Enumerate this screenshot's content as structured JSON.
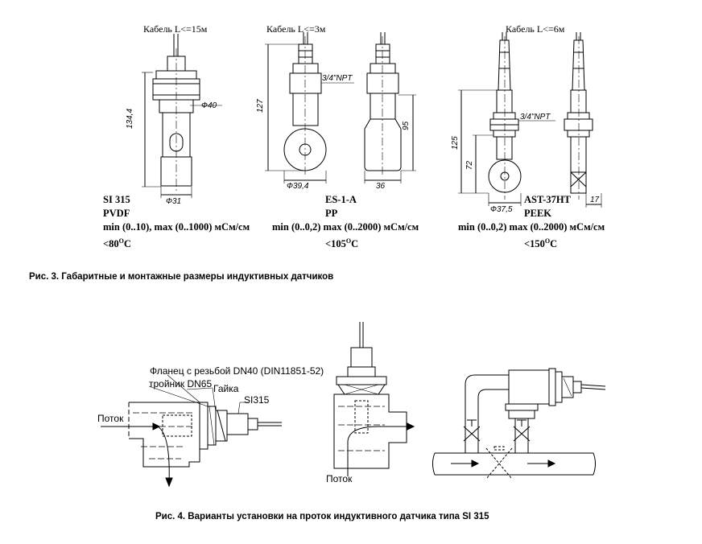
{
  "figure3": {
    "cable_labels": [
      "Кабель L<=15м",
      "Кабель L<=3м",
      "Кабель L<=6м"
    ],
    "sensors": [
      {
        "name": "SI 315",
        "material": "PVDF",
        "range": "min (0..10), max (0..1000) мСм/см",
        "temp": "<80",
        "temp_sup": "O",
        "temp_unit": "C"
      },
      {
        "name": "ES-1-A",
        "material": "PP",
        "range": "min (0..0,2) max (0..2000) мСм/см",
        "temp": "<105",
        "temp_sup": "O",
        "temp_unit": "C"
      },
      {
        "name": "AST-37HT",
        "material": "PEEK",
        "range": "min (0..0,2) max (0..2000) мСм/см",
        "temp": "<150",
        "temp_sup": "O",
        "temp_unit": "C"
      }
    ],
    "dimensions": {
      "si315_height": "134,4",
      "si315_d40": "Ф40",
      "si315_d31": "Ф31",
      "es_npt": "3/4\"NPT",
      "es_127": "127",
      "es_95": "95",
      "es_d394": "Ф39,4",
      "es_36": "36",
      "ast_npt": "3/4\"NPT",
      "ast_125": "125",
      "ast_72": "72",
      "ast_d375": "Ф37,5",
      "ast_17": "17"
    },
    "caption": "Рис. 3. Габаритные и монтажные размеры индуктивных датчиков"
  },
  "figure4": {
    "labels": {
      "flange": "Фланец с резьбой DN40 (DIN11851-52)",
      "tee": "тройник DN65",
      "nut": "Гайка",
      "sensor": "SI315",
      "flow_left": "Поток",
      "flow_middle": "Поток"
    },
    "caption": "Рис. 4. Варианты установки на проток индуктивного датчика типа SI 315"
  }
}
